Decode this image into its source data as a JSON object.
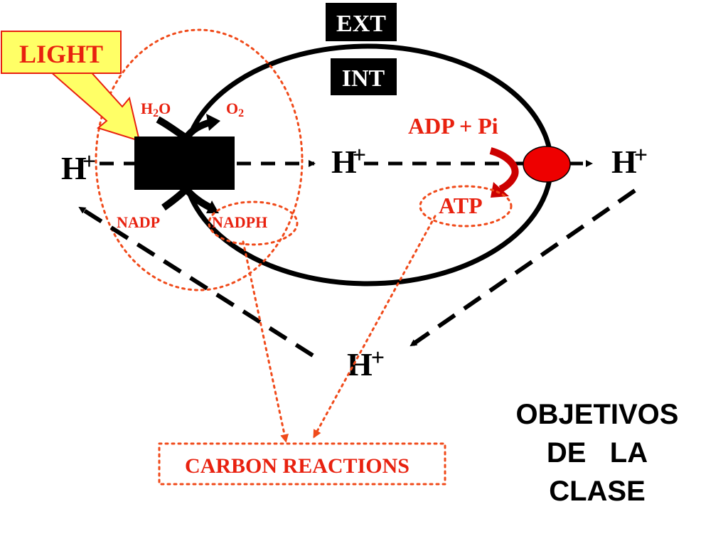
{
  "labels": {
    "ext": "EXT",
    "int": "INT",
    "light": "LIGHT",
    "h2o_h": "H",
    "h2o_sub": "2",
    "h2o_o": "O",
    "o2_o": "O",
    "o2_sub": "2",
    "adp_pi": "ADP + Pi",
    "atp": "ATP",
    "nadp": "NADP",
    "nadph": "NADPH",
    "carbon_reactions": "CARBON REACTIONS",
    "proton": "H",
    "plus": "+",
    "title_line1": "OBJETIVOS",
    "title_line2": "DE   LA",
    "title_line3": "CLASE"
  },
  "colors": {
    "red": "#e8210f",
    "dotted_orange": "#f04a1a",
    "light_fill": "#ffff66",
    "light_border": "#e8210f",
    "black": "#000000",
    "atp_synthase": "#ee0000"
  }
}
